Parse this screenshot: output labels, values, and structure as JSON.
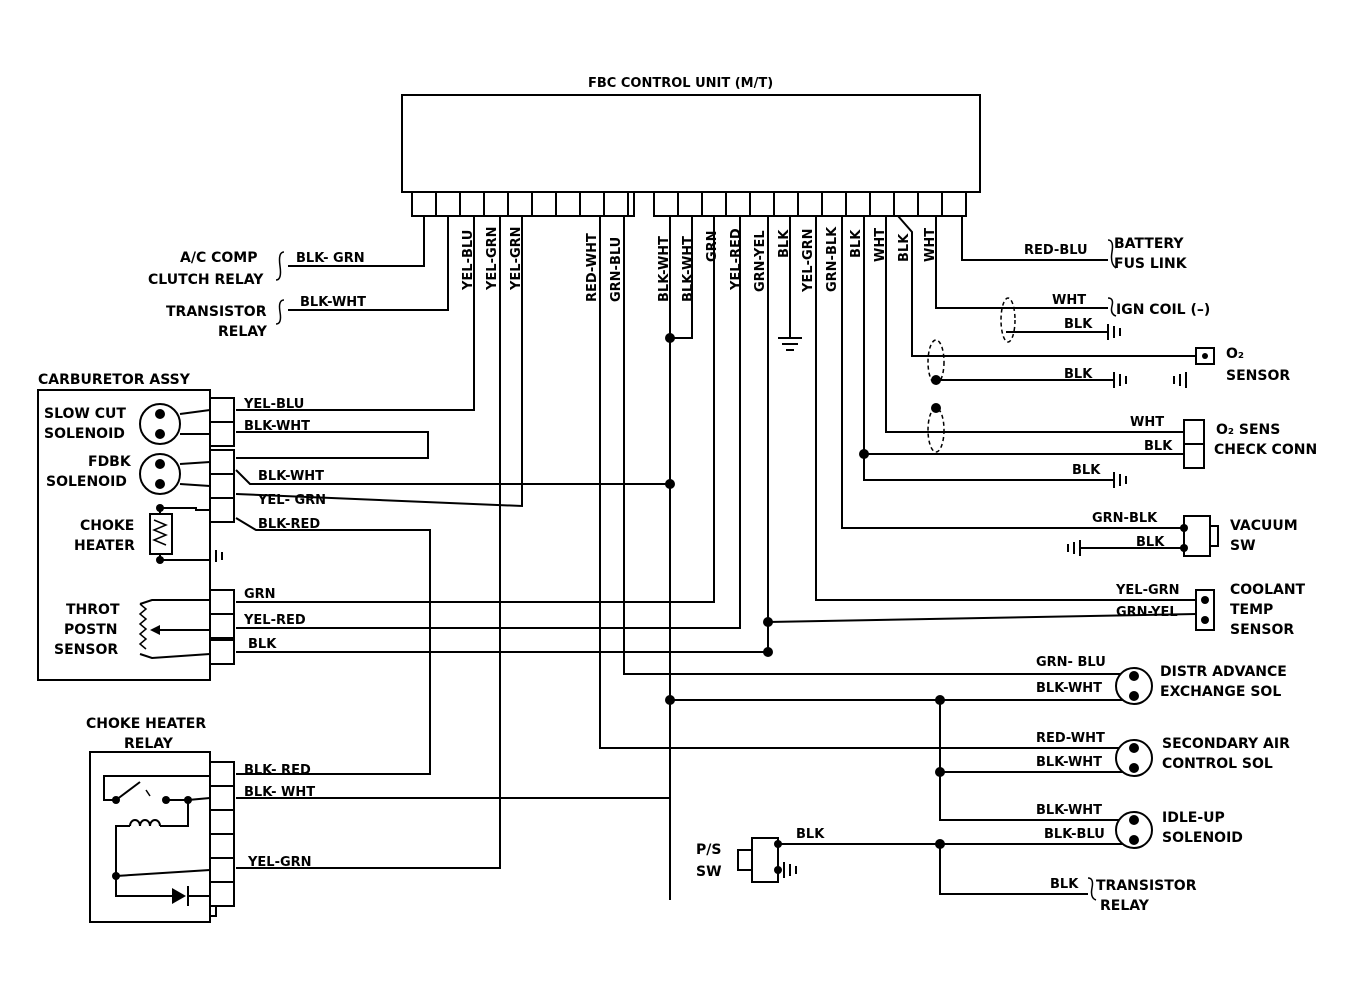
{
  "control_unit": {
    "title": "FBC CONTROL UNIT (M/T)"
  },
  "pins": [
    "YEL-BLU",
    "YEL-GRN",
    "YEL-GRN",
    "RED-WHT",
    "GRN-BLU",
    "BLK-WHT",
    "BLK-WHT",
    "GRN",
    "YEL-RED",
    "GRN-YEL",
    "BLK",
    "YEL-GRN",
    "GRN-BLK",
    "BLK",
    "WHT",
    "BLK",
    "WHT"
  ],
  "left_outputs": {
    "ac_comp": {
      "line1": "A/C COMP",
      "line2": "CLUTCH RELAY",
      "wire": "BLK- GRN"
    },
    "transistor": {
      "line1": "TRANSISTOR",
      "line2": "RELAY",
      "wire": "BLK-WHT"
    }
  },
  "carburetor": {
    "title": "CARBURETOR ASSY",
    "slow_cut": {
      "line1": "SLOW CUT",
      "line2": "SOLENOID"
    },
    "fdbk": {
      "line1": "FDBK",
      "line2": "SOLENOID"
    },
    "choke": {
      "line1": "CHOKE",
      "line2": "HEATER"
    },
    "throt": {
      "line1": "THROT",
      "line2": "POSTN",
      "line3": "SENSOR"
    },
    "wires": [
      "YEL-BLU",
      "BLK-WHT",
      "BLK-WHT",
      "YEL- GRN",
      "BLK-RED",
      "GRN",
      "YEL-RED",
      "BLK"
    ]
  },
  "choke_relay": {
    "line1": "CHOKE HEATER",
    "line2": "RELAY",
    "wires": [
      "BLK- RED",
      "BLK- WHT",
      "YEL-GRN"
    ]
  },
  "right_components": {
    "battery": {
      "line1": "BATTERY",
      "line2": "FUS LINK",
      "wire": "RED-BLU"
    },
    "ign_coil": {
      "label": "IGN COIL (–)",
      "wire1": "WHT",
      "wire2": "BLK"
    },
    "o2_sensor": {
      "line1": "O₂",
      "line2": "SENSOR",
      "wire": "BLK"
    },
    "o2_check": {
      "line1": "O₂ SENS",
      "line2": "CHECK CONN",
      "wire1": "WHT",
      "wire2": "BLK",
      "wire3": "BLK"
    },
    "vacuum": {
      "line1": "VACUUM",
      "line2": "SW",
      "wire1": "GRN-BLK",
      "wire2": "BLK"
    },
    "coolant": {
      "line1": "COOLANT",
      "line2": "TEMP",
      "line3": "SENSOR",
      "wire1": "YEL-GRN",
      "wire2": "GRN-YEL"
    },
    "distr": {
      "line1": "DISTR ADVANCE",
      "line2": "EXCHANGE SOL",
      "wire1": "GRN- BLU",
      "wire2": "BLK-WHT"
    },
    "secondary": {
      "line1": "SECONDARY AIR",
      "line2": "CONTROL SOL",
      "wire1": "RED-WHT",
      "wire2": "BLK-WHT"
    },
    "idle_up": {
      "line1": "IDLE-UP",
      "line2": "SOLENOID",
      "wire1": "BLK-WHT",
      "wire2": "BLK-BLU"
    },
    "ps_sw": {
      "line1": "P/S",
      "line2": "SW",
      "wire": "BLK"
    },
    "transistor2": {
      "line1": "TRANSISTOR",
      "line2": "RELAY",
      "wire": "BLK"
    }
  }
}
